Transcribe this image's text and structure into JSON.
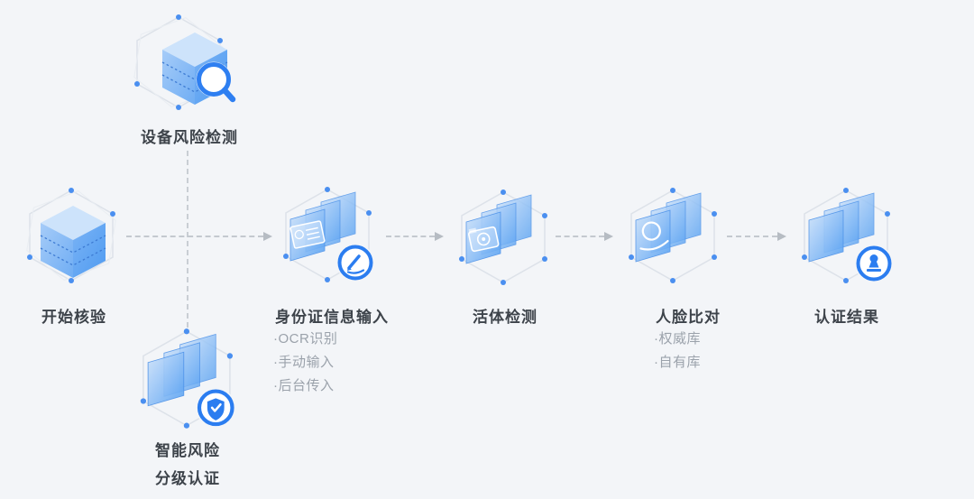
{
  "diagram": {
    "description": "identity-verification-flow"
  },
  "nodes": {
    "device_risk": {
      "label": "设备风险检测"
    },
    "start": {
      "label": "开始核验"
    },
    "id_input": {
      "label": "身份证信息输入",
      "bullets": [
        "·OCR识别",
        "·手动输入",
        "·后台传入"
      ]
    },
    "liveness": {
      "label": "活体检测"
    },
    "face_compare": {
      "label": "人脸比对",
      "bullets": [
        "·权威库",
        "·自有库"
      ]
    },
    "result": {
      "label": "认证结果"
    },
    "smart_risk": {
      "label_line1": "智能风险",
      "label_line2": "分级认证"
    }
  },
  "icons": {
    "device_risk": "cube-magnifier-icon",
    "start": "cube-stack-icon",
    "id_input": "layers-idcard-pen-icon",
    "liveness": "layers-camera-icon",
    "face_compare": "layers-face-search-icon",
    "result": "layers-stamp-icon",
    "smart_risk": "layers-shield-icon"
  },
  "colors": {
    "background": "#f3f5f8",
    "accent_blue": "#2e7ff1",
    "panel_blue": "#5aa3f2",
    "vertex_dot_blue": "#4a8ff0",
    "dash_gray": "#c4c9cf",
    "arrowhead_gray": "#b6bcc3",
    "label_dark": "#3d434a",
    "bullet_gray": "#9ba2ab"
  }
}
